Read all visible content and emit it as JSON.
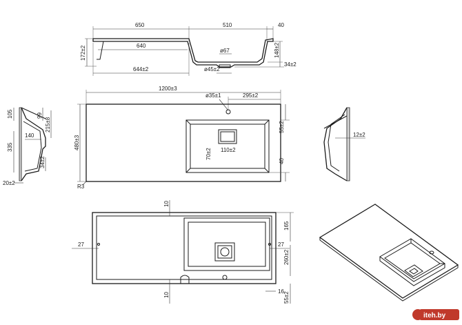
{
  "drawing": {
    "top_view": {
      "w650": "650",
      "w510": "510",
      "w40": "40",
      "w640": "640",
      "w644": "644±2",
      "d67": "ø67",
      "d45": "ø45±2",
      "h172": "172±2",
      "h148": "148±2",
      "h34": "34±2"
    },
    "plan": {
      "w1200": "1200±3",
      "w295": "295±2",
      "d35": "ø35±1",
      "h480": "480±3",
      "h55": "55±2",
      "h40": "40",
      "h70": "70±2",
      "w110": "110±2",
      "r3": "R3"
    },
    "left_section": {
      "h105": "105",
      "h335": "335",
      "h99": "99",
      "h215": "215±8",
      "w140": "140",
      "h34": "34±2",
      "w20": "20±2"
    },
    "right_section": {
      "h12": "12±2"
    },
    "bottom_view": {
      "t10": "10",
      "b10": "10",
      "l27": "27",
      "r27": "27",
      "h165": "165",
      "h260": "260±2",
      "w16": "16",
      "h55": "55±2"
    }
  },
  "watermark": {
    "text": "iteh.by"
  }
}
